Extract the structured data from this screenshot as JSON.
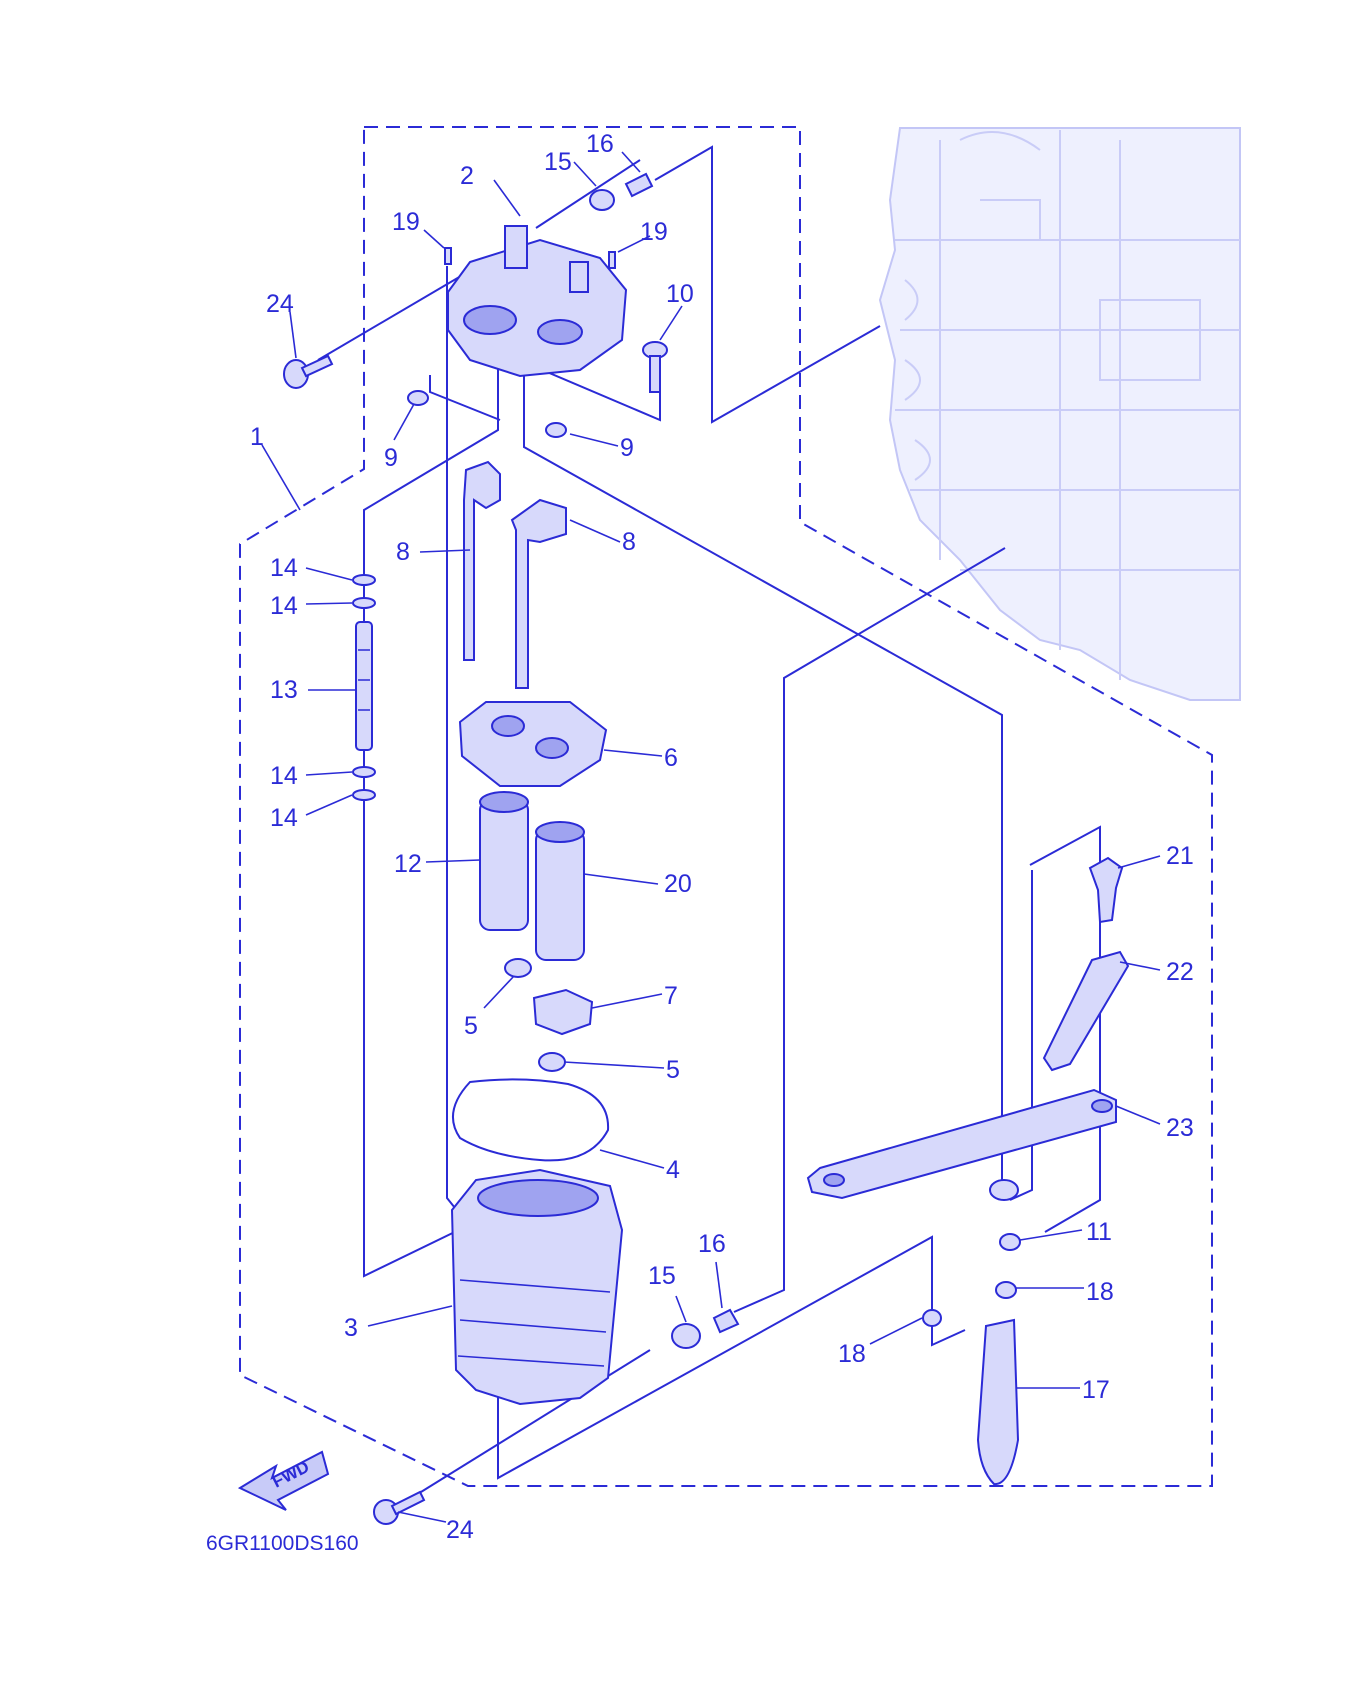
{
  "diagram": {
    "drawing_code": "6GR1100DS160",
    "direction_arrow": {
      "icon": "fwd-arrow-icon",
      "label": "FWD"
    },
    "callouts": [
      {
        "id": "c1",
        "text": "1"
      },
      {
        "id": "c2",
        "text": "2"
      },
      {
        "id": "c3",
        "text": "3"
      },
      {
        "id": "c4",
        "text": "4"
      },
      {
        "id": "c5a",
        "text": "5"
      },
      {
        "id": "c5b",
        "text": "5"
      },
      {
        "id": "c6",
        "text": "6"
      },
      {
        "id": "c7",
        "text": "7"
      },
      {
        "id": "c8a",
        "text": "8"
      },
      {
        "id": "c8b",
        "text": "8"
      },
      {
        "id": "c9a",
        "text": "9"
      },
      {
        "id": "c9b",
        "text": "9"
      },
      {
        "id": "c10",
        "text": "10"
      },
      {
        "id": "c11",
        "text": "11"
      },
      {
        "id": "c12",
        "text": "12"
      },
      {
        "id": "c13",
        "text": "13"
      },
      {
        "id": "c14a",
        "text": "14"
      },
      {
        "id": "c14b",
        "text": "14"
      },
      {
        "id": "c14c",
        "text": "14"
      },
      {
        "id": "c14d",
        "text": "14"
      },
      {
        "id": "c15a",
        "text": "15"
      },
      {
        "id": "c15b",
        "text": "15"
      },
      {
        "id": "c16a",
        "text": "16"
      },
      {
        "id": "c16b",
        "text": "16"
      },
      {
        "id": "c17",
        "text": "17"
      },
      {
        "id": "c18a",
        "text": "18"
      },
      {
        "id": "c18b",
        "text": "18"
      },
      {
        "id": "c19a",
        "text": "19"
      },
      {
        "id": "c19b",
        "text": "19"
      },
      {
        "id": "c20",
        "text": "20"
      },
      {
        "id": "c21",
        "text": "21"
      },
      {
        "id": "c22",
        "text": "22"
      },
      {
        "id": "c23",
        "text": "23"
      },
      {
        "id": "c24a",
        "text": "24"
      },
      {
        "id": "c24b",
        "text": "24"
      }
    ],
    "colors": {
      "ink": "#2b2bd6",
      "part_fill": "#d7d9fb",
      "engine_fill": "#eef0fe",
      "background": "#ffffff"
    }
  }
}
